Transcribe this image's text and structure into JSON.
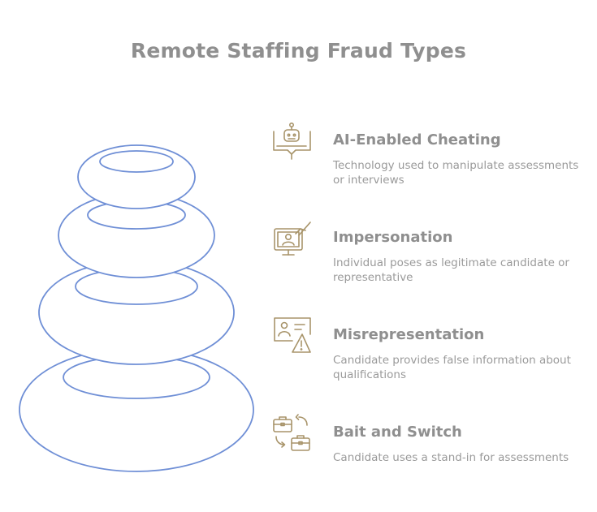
{
  "title": "Remote Staffing Fraud Types",
  "colors": {
    "ring_stroke": "#6f8fd6",
    "icon_stroke": "#a8946a",
    "heading": "#8f8f8f",
    "text": "#9a9a9a"
  },
  "items": [
    {
      "heading": "AI-Enabled Cheating",
      "description": "Technology used to manipulate assessments or interviews",
      "icon": "robot-icon"
    },
    {
      "heading": "Impersonation",
      "description": "Individual poses as legitimate candidate or representative",
      "icon": "presenter-screen-icon"
    },
    {
      "heading": "Misrepresentation",
      "description": "Candidate provides false information about qualifications",
      "icon": "id-card-warning-icon"
    },
    {
      "heading": "Bait and Switch",
      "description": "Candidate uses a stand-in for assessments",
      "icon": "briefcase-swap-icon"
    }
  ]
}
